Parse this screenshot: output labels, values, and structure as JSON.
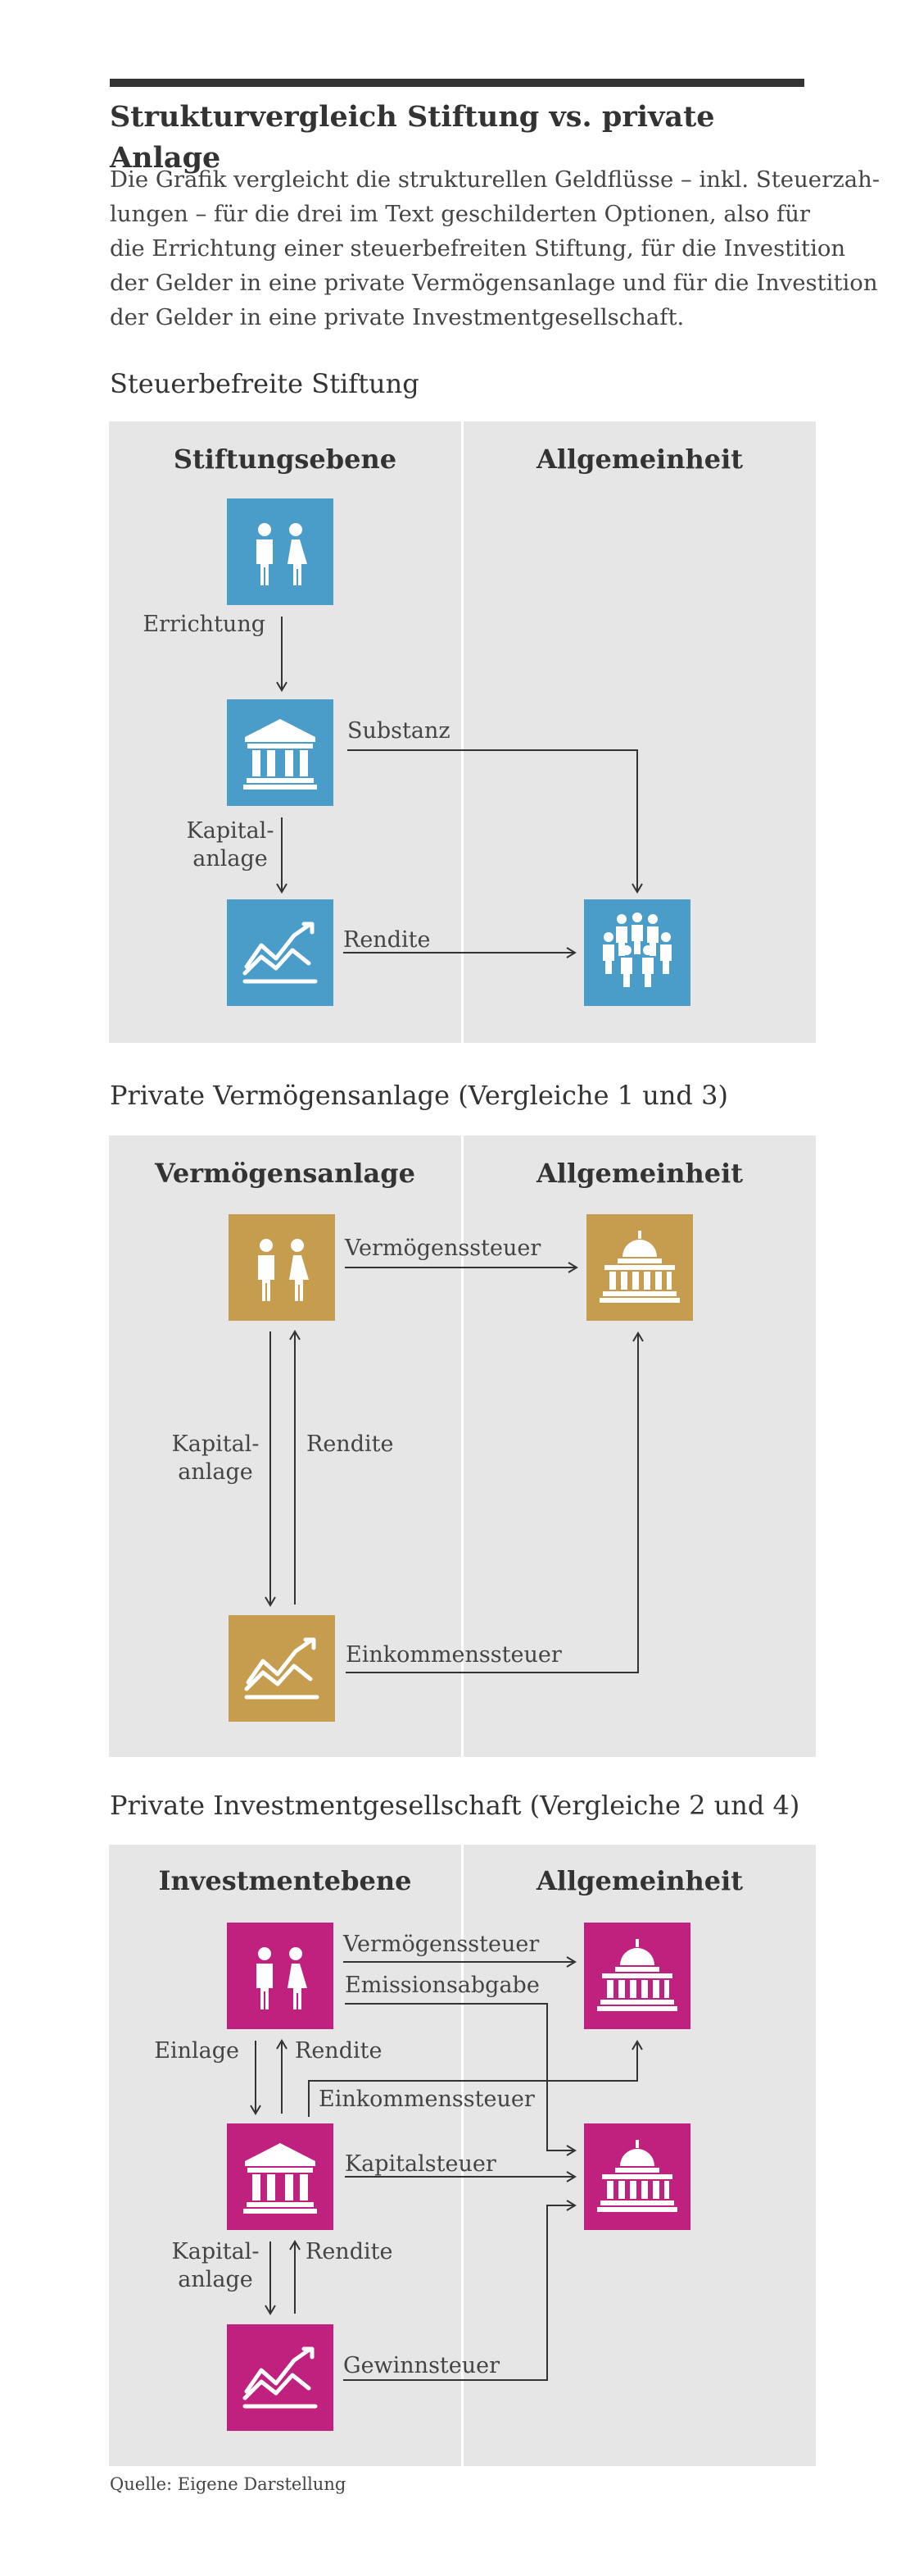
{
  "title": "Strukturvergleich Stiftung vs. private Anlage",
  "intro_lines": [
    "Die Grafik vergleicht die strukturellen Geldflüsse – inkl. Steuerzah-",
    "lungen – für die drei im Text geschilderten Optionen, also für",
    "die Errichtung einer steuerbefreiten Stiftung, für die Investition",
    "der Gelder in eine private Vermögensanlage und für die Investition",
    "der Gelder in eine private Investmentgesellschaft."
  ],
  "colors": {
    "blue": "#4a9dc9",
    "gold": "#c69c4e",
    "magenta": "#c0207e",
    "panel": "#e6e6e6",
    "text": "#333333"
  },
  "sections": [
    {
      "title": "Steuerbefreite Stiftung",
      "col_left": "Stiftungsebene",
      "col_right": "Allgemeinheit",
      "nodes": [
        {
          "icon": "people-icon",
          "color": "blue"
        },
        {
          "icon": "bank-icon",
          "color": "blue"
        },
        {
          "icon": "chart-icon",
          "color": "blue"
        },
        {
          "icon": "group-icon",
          "color": "blue"
        }
      ],
      "flows": [
        {
          "from": "people-icon",
          "to": "bank-icon",
          "label": "Errichtung"
        },
        {
          "from": "bank-icon",
          "to": "group-icon",
          "label": "Substanz"
        },
        {
          "from": "bank-icon",
          "to": "chart-icon",
          "label": "Kapital-\nanlage"
        },
        {
          "from": "chart-icon",
          "to": "group-icon",
          "label": "Rendite"
        }
      ]
    },
    {
      "title": "Private Vermögensanlage (Vergleiche 1 und 3)",
      "col_left": "Vermögensanlage",
      "col_right": "Allgemeinheit",
      "nodes": [
        {
          "icon": "people-icon",
          "color": "gold"
        },
        {
          "icon": "capitol-icon",
          "color": "gold"
        },
        {
          "icon": "chart-icon",
          "color": "gold"
        }
      ],
      "flows": [
        {
          "from": "people-icon",
          "to": "capitol-icon",
          "label": "Vermögenssteuer"
        },
        {
          "from": "people-icon",
          "to": "chart-icon",
          "label": "Kapital-\nanlage"
        },
        {
          "from": "chart-icon",
          "to": "people-icon",
          "label": "Rendite"
        },
        {
          "from": "chart-icon",
          "to": "capitol-icon",
          "label": "Einkommenssteuer"
        }
      ]
    },
    {
      "title": "Private Investmentgesellschaft (Vergleiche 2 und 4)",
      "col_left": "Investmentebene",
      "col_right": "Allgemeinheit",
      "nodes": [
        {
          "icon": "people-icon",
          "color": "magenta"
        },
        {
          "icon": "bank-icon",
          "color": "magenta"
        },
        {
          "icon": "chart-icon",
          "color": "magenta"
        },
        {
          "icon": "capitol-icon",
          "color": "magenta"
        },
        {
          "icon": "capitol-icon",
          "color": "magenta"
        }
      ],
      "flows": [
        {
          "from": "people-icon",
          "to": "capitol-icon",
          "label": "Vermögenssteuer"
        },
        {
          "from": "people-icon",
          "to": "capitol-icon",
          "label": "Emissionsabgabe"
        },
        {
          "from": "people-icon",
          "to": "bank-icon",
          "label": "Einlage"
        },
        {
          "from": "bank-icon",
          "to": "people-icon",
          "label": "Rendite"
        },
        {
          "from": "people-icon",
          "to": "capitol-icon",
          "label": "Einkommenssteuer"
        },
        {
          "from": "bank-icon",
          "to": "capitol-icon",
          "label": "Kapitalsteuer"
        },
        {
          "from": "bank-icon",
          "to": "chart-icon",
          "label": "Kapital-\nanlage"
        },
        {
          "from": "chart-icon",
          "to": "bank-icon",
          "label": "Rendite"
        },
        {
          "from": "chart-icon",
          "to": "capitol-icon",
          "label": "Gewinnsteuer"
        }
      ]
    }
  ],
  "source": "Quelle: Eigene Darstellung"
}
